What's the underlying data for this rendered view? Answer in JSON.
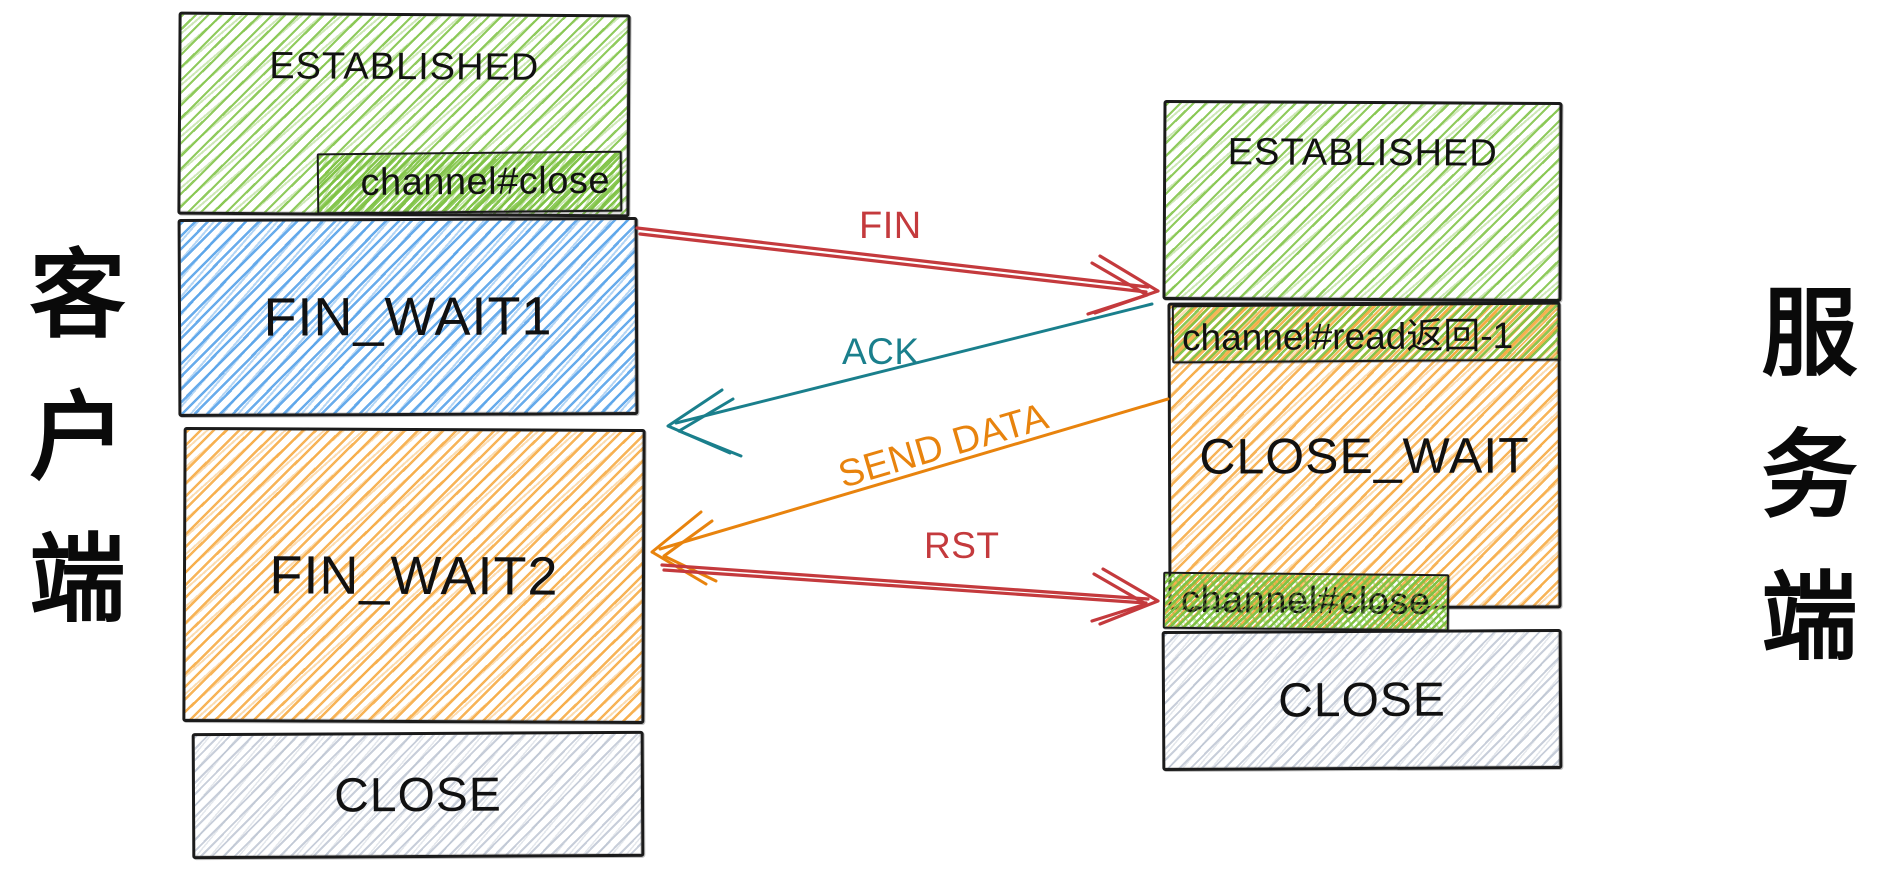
{
  "diagram": {
    "title_hint": "TCP half-close / RST state diagram (hand-drawn style)",
    "side_labels": {
      "client": "客户端",
      "server": "服务端"
    },
    "client": {
      "established": "ESTABLISHED",
      "channel_close": "channel#close",
      "fin_wait1": "FIN_WAIT1",
      "fin_wait2": "FIN_WAIT2",
      "close": "CLOSE"
    },
    "server": {
      "established": "ESTABLISHED",
      "channel_read": "channel#read返回-1",
      "close_wait": "CLOSE_WAIT",
      "channel_close": "channel#close",
      "close": "CLOSE"
    },
    "arrows": [
      {
        "label": "FIN",
        "from": "client FIN_WAIT1",
        "to": "server ESTABLISHED",
        "color": "#c43a3d"
      },
      {
        "label": "ACK",
        "from": "server CLOSE_WAIT",
        "to": "client FIN_WAIT1",
        "color": "#1a7f8c"
      },
      {
        "label": "SEND DATA",
        "from": "server CLOSE_WAIT",
        "to": "client FIN_WAIT2",
        "color": "#e8830d"
      },
      {
        "label": "RST",
        "from": "client FIN_WAIT2",
        "to": "server channel#close / CLOSE",
        "color": "#c43a3d"
      }
    ],
    "colors": {
      "green": "#7dc242",
      "blue": "#4d9de8",
      "orange": "#f6a73b",
      "gray": "#b0bacA",
      "red_arrow": "#c43a3d",
      "teal_arrow": "#1a7f8c",
      "orange_arrow": "#e8830d",
      "border": "#1b1b1b",
      "text": "#111111"
    }
  }
}
